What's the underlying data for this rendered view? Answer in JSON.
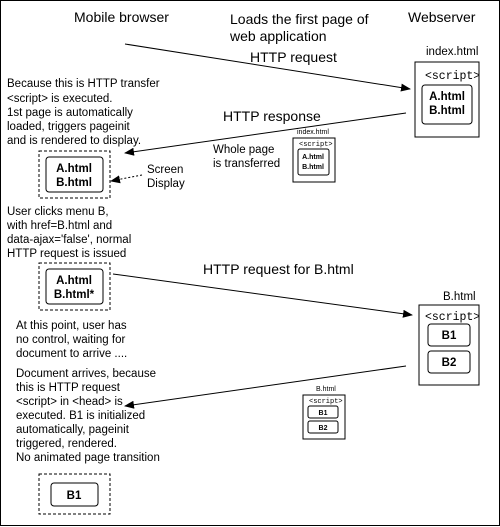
{
  "headers": {
    "mobile_browser": "Mobile browser",
    "loads_line1": "Loads the first page of",
    "loads_line2": "web application",
    "webserver": "Webserver"
  },
  "arrows": {
    "http_request": "HTTP request",
    "http_response": "HTTP response",
    "whole_page_line1": "Whole page",
    "whole_page_line2": "is transferred",
    "screen_line1": "Screen",
    "screen_line2": "Display",
    "request_b": "HTTP request for B.html"
  },
  "notes": {
    "note1": [
      "Because this is HTTP transfer",
      "<script> is executed.",
      "1st page is automatically",
      "loaded, triggers pageinit",
      "and is rendered to display."
    ],
    "note2": [
      "User clicks menu B,",
      "with href=B.html and",
      "data-ajax='false', normal",
      "HTTP request is issued"
    ],
    "note3": [
      "At this point, user has",
      "no control, waiting for",
      "document to arrive ...."
    ],
    "note4": [
      "Document arrives, because",
      "this is HTTP request",
      "<script> in <head> is",
      "executed. B1 is initialized",
      "automatically, pageinit",
      "triggered, rendered.",
      "No animated page transition"
    ]
  },
  "server_index": {
    "filename": "index.html",
    "script_tag": "<script>",
    "items": [
      "A.html",
      "B.html"
    ]
  },
  "transfer_index": {
    "filename": "index.html",
    "script_tag": "<script>",
    "items": [
      "A.html",
      "B.html"
    ]
  },
  "screen1": {
    "items": [
      "A.html",
      "B.html"
    ]
  },
  "screen2": {
    "items": [
      "A.html",
      "B.html*"
    ]
  },
  "server_b": {
    "filename": "B.html",
    "script_tag": "<script>",
    "items": [
      "B1",
      "B2"
    ]
  },
  "transfer_b": {
    "filename": "B.html",
    "script_tag": "<script>",
    "items": [
      "B1",
      "B2"
    ]
  },
  "screen3": {
    "items": [
      "B1"
    ]
  }
}
